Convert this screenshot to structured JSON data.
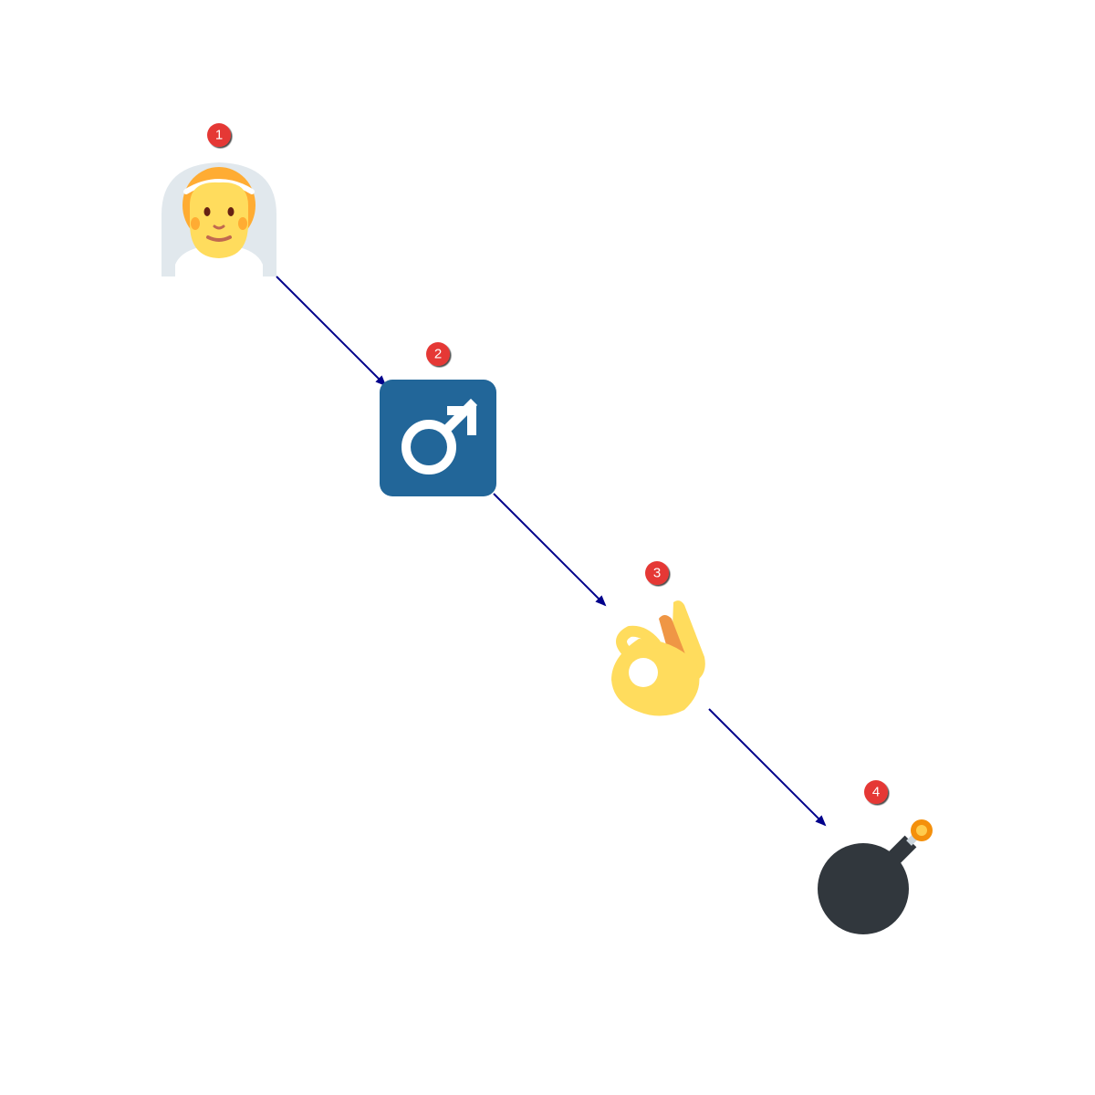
{
  "diagram": {
    "steps": [
      {
        "number": "1",
        "icon": "person-with-veil-icon"
      },
      {
        "number": "2",
        "icon": "male-sign-icon"
      },
      {
        "number": "3",
        "icon": "ok-hand-icon"
      },
      {
        "number": "4",
        "icon": "bomb-icon"
      }
    ],
    "connections": [
      {
        "from": "1",
        "to": "2"
      },
      {
        "from": "2",
        "to": "3"
      },
      {
        "from": "3",
        "to": "4"
      }
    ],
    "colors": {
      "arrow": "#00008b",
      "badge_fill": "#e53935",
      "badge_text": "#ffffff",
      "male_sign_bg": "#226699",
      "skin": "#ffdc5d",
      "hair": "#ffac33",
      "veil": "#e1e8ed",
      "bomb": "#31373d",
      "fuse": "#f4900c"
    }
  }
}
